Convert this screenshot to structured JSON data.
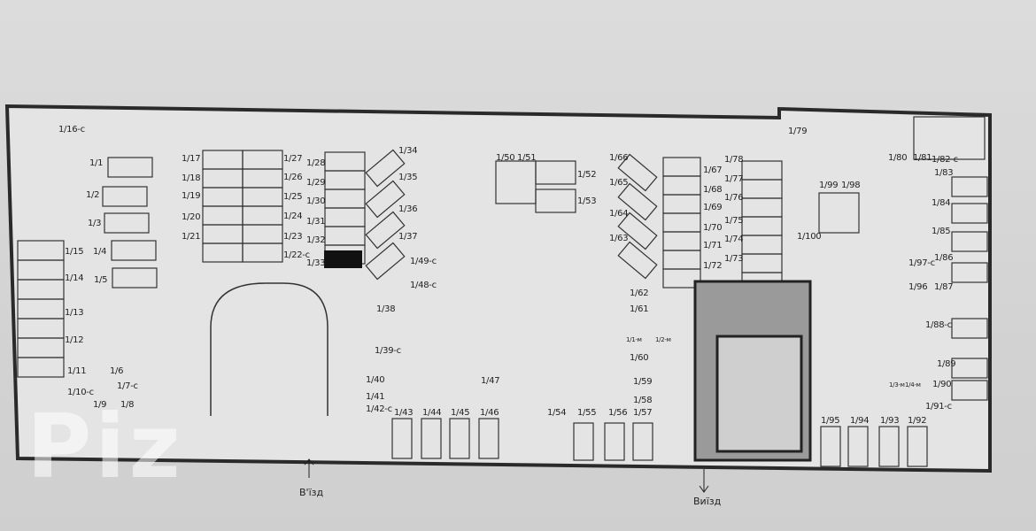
{
  "plan": {
    "title": "Parking level plan",
    "watermark": "Piz",
    "entrance_label": "В'їзд",
    "exit_label": "Виїзд",
    "labels": [
      "1/16-c",
      "1/1",
      "1/2",
      "1/3",
      "1/15",
      "1/4",
      "1/14",
      "1/5",
      "1/13",
      "1/12",
      "1/11",
      "1/10-c",
      "1/9",
      "1/8",
      "1/7-c",
      "1/6",
      "1/17",
      "1/18",
      "1/19",
      "1/20",
      "1/21",
      "1/27",
      "1/26",
      "1/25",
      "1/24",
      "1/23",
      "1/22-c",
      "1/28",
      "1/29",
      "1/30",
      "1/31",
      "1/32",
      "1/33",
      "1/34",
      "1/35",
      "1/36",
      "1/37",
      "1/49-c",
      "1/48-c",
      "1/38",
      "1/39-c",
      "1/40",
      "1/41",
      "1/42-c",
      "1/43",
      "1/44",
      "1/45",
      "1/46",
      "1/47",
      "1/50",
      "1/51",
      "1/52",
      "1/53",
      "1/54",
      "1/55",
      "1/56",
      "1/57",
      "1/62",
      "1/61",
      "1/1-м",
      "1/2-м",
      "1/60",
      "1/59",
      "1/58",
      "1/66",
      "1/65",
      "1/64",
      "1/63",
      "1/67",
      "1/68",
      "1/69",
      "1/70",
      "1/71",
      "1/72",
      "1/78",
      "1/77",
      "1/76",
      "1/75",
      "1/74",
      "1/73",
      "1/79",
      "1/80",
      "1/81",
      "1/82-c",
      "1/83",
      "1/99",
      "1/98",
      "1/100",
      "1/84",
      "1/85",
      "1/86",
      "1/97-c",
      "1/96",
      "1/87",
      "1/88-c",
      "1/3-м",
      "1/4-м",
      "1/89",
      "1/90",
      "1/91-c",
      "1/95",
      "1/94",
      "1/93",
      "1/92"
    ],
    "colors": {
      "paper": "#d8d8d8",
      "wall": "#2a2a2a",
      "line": "#333333",
      "dark_space": "#111111"
    }
  }
}
